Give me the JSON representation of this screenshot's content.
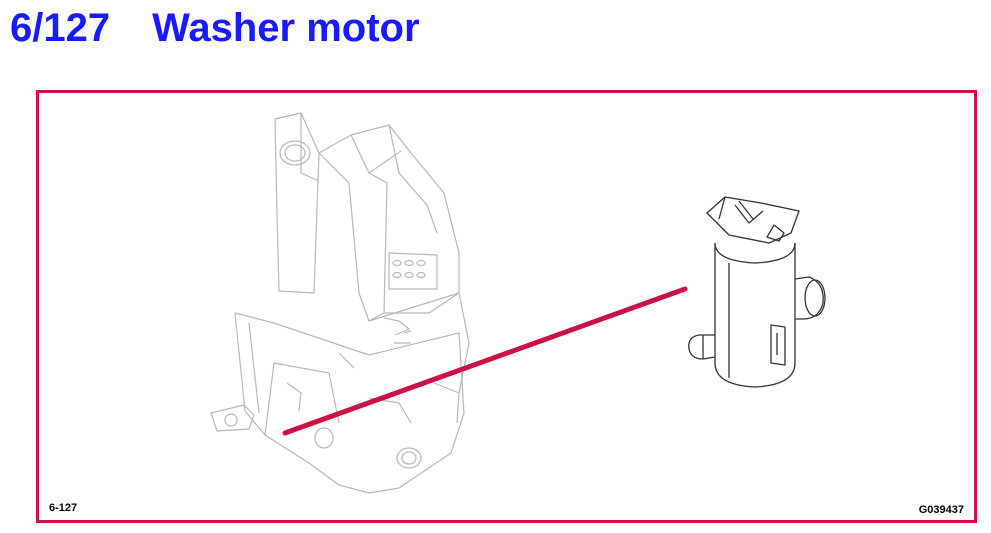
{
  "header": {
    "code": "6/127",
    "title": "Washer motor"
  },
  "diagram": {
    "figure_ref": "6-127",
    "figure_code": "G039437",
    "frame_color": "#cc1144",
    "leader_color": "#cc1144",
    "title_color": "#1a1aff",
    "parts": [
      "washer-reservoir",
      "washer-motor"
    ]
  }
}
